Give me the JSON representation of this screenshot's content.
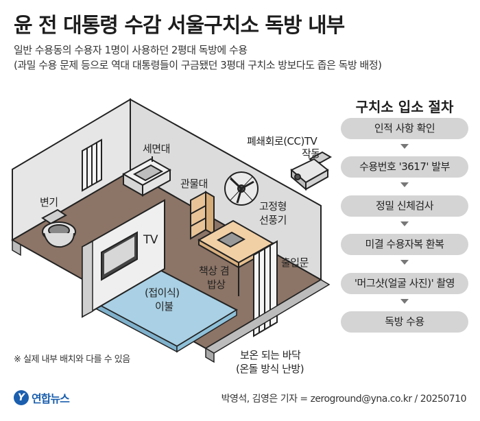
{
  "title": "윤 전 대통령 수감 서울구치소 독방 내부",
  "subtitle_line1": "일반 수용동의 수용자 1명이 사용하던 2평대 독방에 수용",
  "subtitle_line2": "(과밀 수용 문제 등으로 역대 대통령들이 구금됐던 3평대 구치소 방보다도 좁은 독방 배정)",
  "procedure": {
    "title": "구치소 입소 절차",
    "steps": [
      "인적 사항 확인",
      "수용번호 '3617' 발부",
      "정밀 신체검사",
      "미결 수용자복 환복",
      "'머그샷(얼굴 사진)' 촬영",
      "독방 수용"
    ]
  },
  "labels": {
    "washbasin": "세면대",
    "cctv_1": "폐쇄회로(CC)TV",
    "cctv_2": "작동",
    "toilet": "변기",
    "shelf": "관물대",
    "fan_1": "고정형",
    "fan_2": "선풍기",
    "tv": "TV",
    "door": "출입문",
    "desk_1": "책상 겸",
    "desk_2": "밥상",
    "bedding_1": "(접이식)",
    "bedding_2": "이불",
    "floor_1": "보온 되는 바닥",
    "floor_2": "(온돌 방식 난방)"
  },
  "note": "※ 실제 내부 배치와 다를 수 있음",
  "logo": "연합뉴스",
  "credit": "박영석, 김영은 기자 = zeroground@yna.co.kr / 20250710",
  "colors": {
    "floor": "#8c7466",
    "wall": "#e6e6e6",
    "bedding": "#a9d0e4",
    "desk": "#f2d0a5",
    "step_bg": "#d4d4d4",
    "logo": "#1b5fae"
  }
}
